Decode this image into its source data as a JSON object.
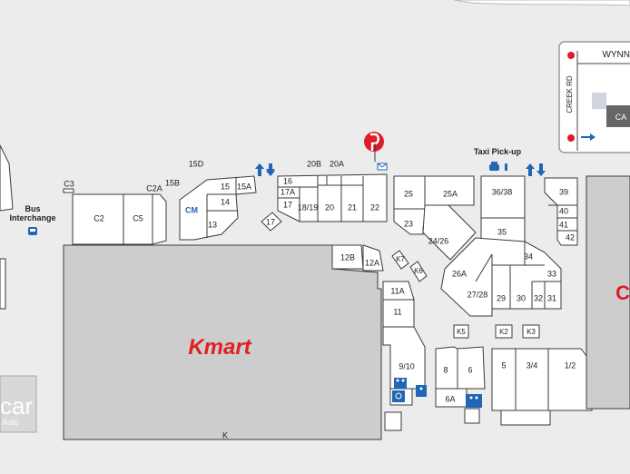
{
  "labels": {
    "bus": "Bus",
    "interchange": "Interchange",
    "taxi": "Taxi Pick-up",
    "kmart": "Kmart",
    "road": "CREEK RD",
    "wynn": "WYNN",
    "car_partial": "car",
    "auto_partial": "Auto",
    "ca_partial": "CA",
    "c_partial": "C",
    "k_small": "K"
  },
  "shops": [
    "C3",
    "C2",
    "C5",
    "C2A",
    "15D",
    "15B",
    "CM",
    "15",
    "15A",
    "14",
    "13",
    "17",
    "16",
    "17A",
    "17",
    "18/19",
    "20B",
    "20A",
    "20",
    "21",
    "22",
    "25",
    "25A",
    "23",
    "24/26",
    "36/38",
    "39",
    "40",
    "41",
    "42",
    "35",
    "34",
    "33",
    "26A",
    "27/28",
    "29",
    "30",
    "32",
    "31",
    "12B",
    "12A",
    "K7",
    "K6",
    "11A",
    "11",
    "9/10",
    "K5",
    "K2",
    "K3",
    "8",
    "6",
    "6A",
    "5",
    "3/4",
    "1/2"
  ],
  "colors": {
    "background": "#ececec",
    "shop_fill": "#ffffff",
    "anchor_fill": "#cdcdcd",
    "icon_blue": "#1f66b4",
    "kmart_red": "#e02020",
    "post_red": "#dc1e28",
    "legend_red": "#d81e28"
  },
  "icons": [
    "bus-icon",
    "taxi-icon",
    "escalator-icon",
    "lift-icon",
    "toilet-icon",
    "accessible-toilet-icon",
    "mail-icon",
    "post-office-icon",
    "arrow-right-icon"
  ]
}
